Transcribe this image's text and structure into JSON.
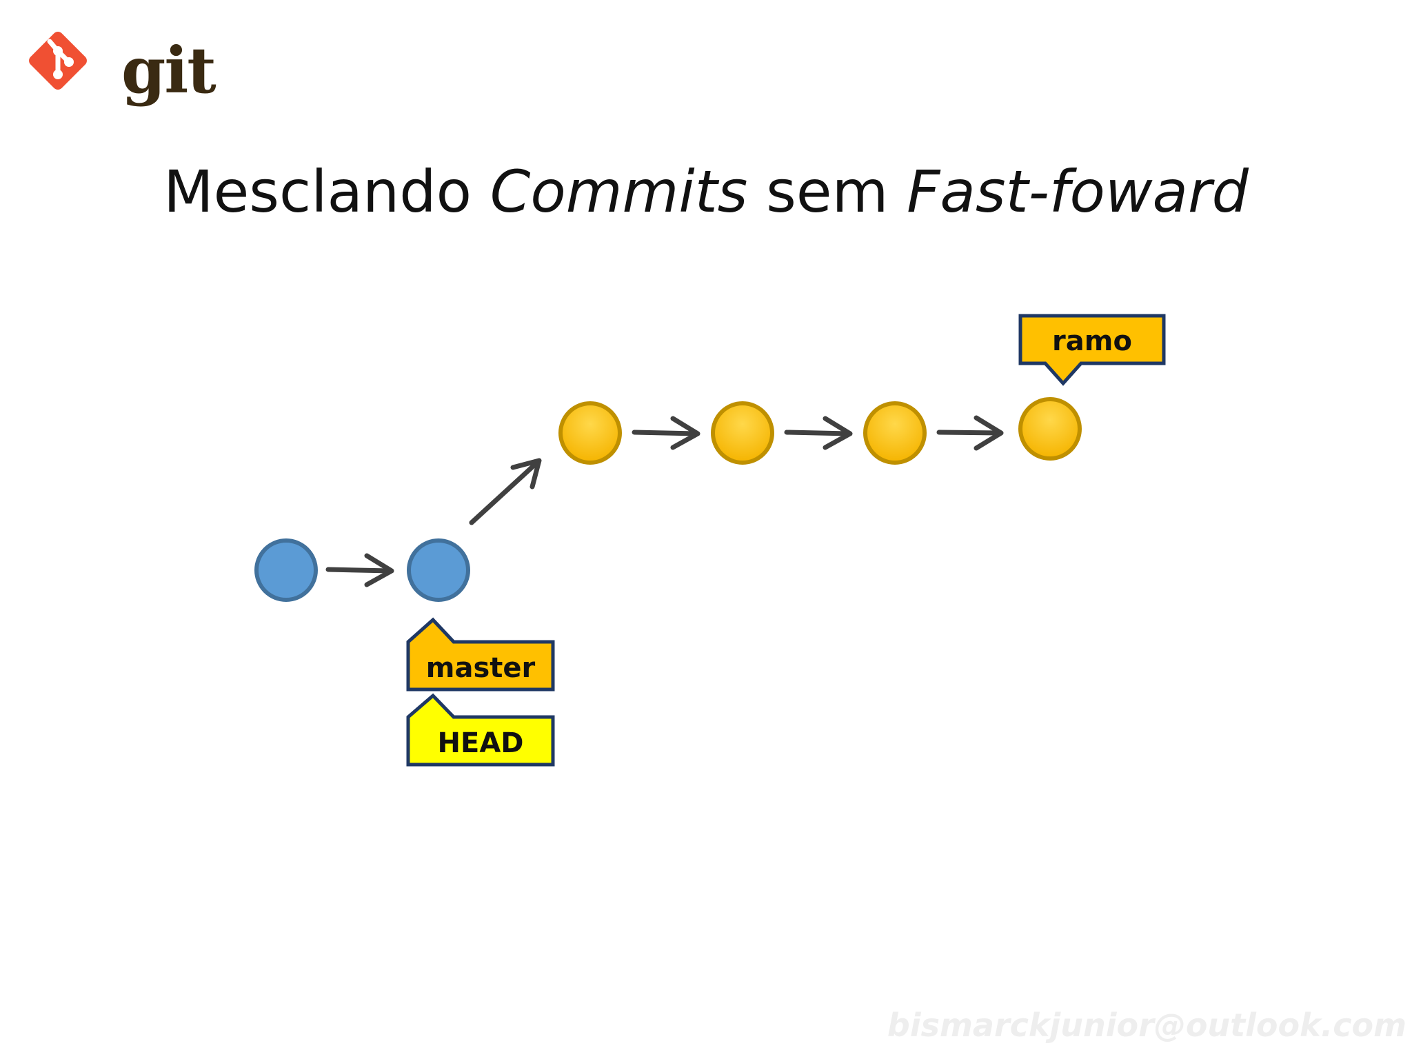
{
  "logo": {
    "icon": "git-diamond-icon",
    "text": "git",
    "color": "#f05033"
  },
  "title": {
    "prefix": "Mesclando ",
    "italic1": "Commits",
    "middle": " sem ",
    "italic2": "Fast-foward"
  },
  "colors": {
    "master_commit_fill": "#5b9bd5",
    "master_commit_stroke": "#41719c",
    "branch_commit_fill": "#ffc000",
    "branch_commit_stroke": "#bf9000",
    "arrow": "#404040",
    "branch_label_fill": "#ffc000",
    "head_label_fill": "#ffff00",
    "label_stroke": "#1f3864"
  },
  "labels": {
    "branch": "ramo",
    "master": "master",
    "head": "HEAD"
  },
  "watermark": "bismarckjunior@outlook.com"
}
